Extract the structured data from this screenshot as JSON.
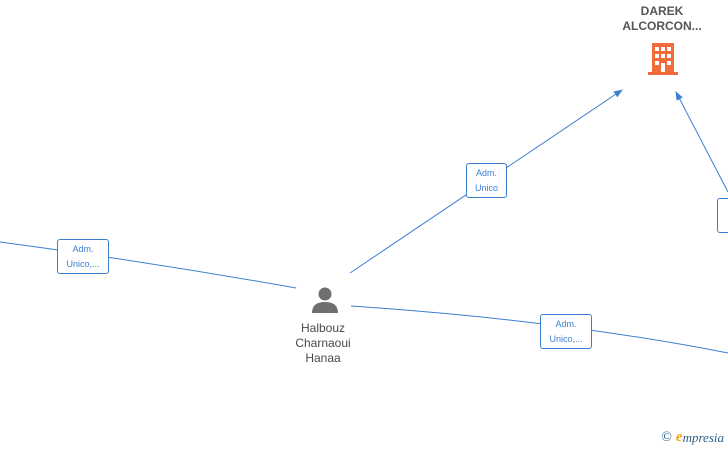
{
  "person": {
    "name_lines": [
      "Halbouz",
      "Charnaoui",
      "Hanaa"
    ],
    "icon": "person-icon"
  },
  "company": {
    "name_lines": [
      "DAREK",
      "ALCORCON..."
    ],
    "icon": "building-icon",
    "icon_color": "#f26b3a"
  },
  "edges": [
    {
      "id": "left",
      "label_lines": [
        "Adm.",
        "Unico,..."
      ]
    },
    {
      "id": "to-company",
      "label_lines": [
        "Adm.",
        "Unico"
      ]
    },
    {
      "id": "right",
      "label_lines": [
        "Adm.",
        "Unico,..."
      ]
    }
  ],
  "colors": {
    "edge": "#3b7fd1",
    "person_icon": "#6f6f6f"
  },
  "watermark": {
    "copyright": "©",
    "brand_initial": "e",
    "brand_rest": "mpresia"
  }
}
